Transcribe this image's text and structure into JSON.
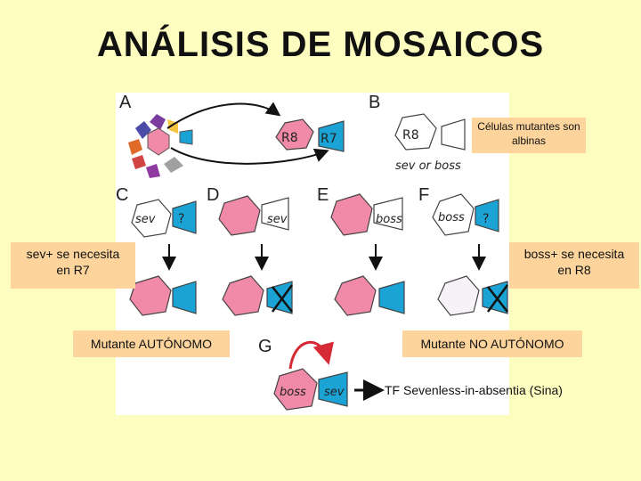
{
  "title": "ANÁLISIS DE MOSAICOS",
  "panel_labels": {
    "a": "A",
    "b": "B",
    "c": "C",
    "d": "D",
    "e": "E",
    "f": "F",
    "g": "G"
  },
  "cell_labels": {
    "r8": "R8",
    "r7": "R7",
    "sev_or_boss": "sev or boss",
    "sev": "sev",
    "boss": "boss",
    "unknown": "?"
  },
  "notes": {
    "albino": "Células mutantes son albinas",
    "sev_line1": "sev+ se necesita",
    "sev_line2": "en R7",
    "boss_line1": "boss+ se necesita",
    "boss_line2": "en R8",
    "autonomous": "Mutante AUTÓNOMO",
    "non_autonomous": "Mutante NO AUTÓNOMO",
    "tf": "TF Sevenless-in-absentia (Sina)"
  },
  "colors": {
    "background": "#fdfdc0",
    "note_box": "#fcd49c",
    "pink": "#f08aa8",
    "blue": "#1aa3d4",
    "red_arrow": "#d62b36",
    "albino": "#ffffff"
  }
}
